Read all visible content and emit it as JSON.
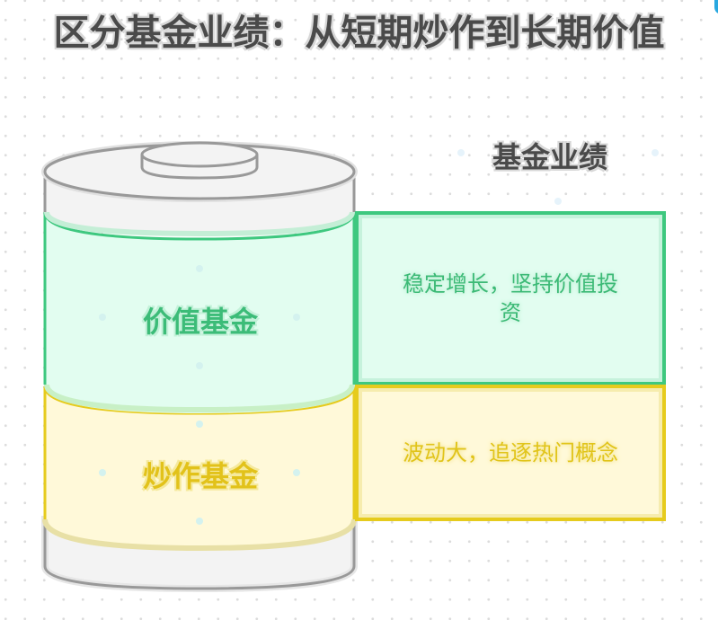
{
  "title": "区分基金业绩：从短期炒作到长期价值",
  "legend": {
    "title": "基金业绩"
  },
  "segments": [
    {
      "label": "价值基金",
      "description": "稳定增长，坚持价值投资",
      "color": "#3ec87f",
      "fill": "#e2fdf0"
    },
    {
      "label": "炒作基金",
      "description": "波动大，追逐热门概念",
      "color": "#e6cb1d",
      "fill": "#fff9d9"
    }
  ],
  "colors": {
    "title_text": "#4a4a4a",
    "cylinder_stroke": "#999999",
    "cylinder_fill": "#f3f3f3",
    "background_dots": "#dcdcdc"
  }
}
